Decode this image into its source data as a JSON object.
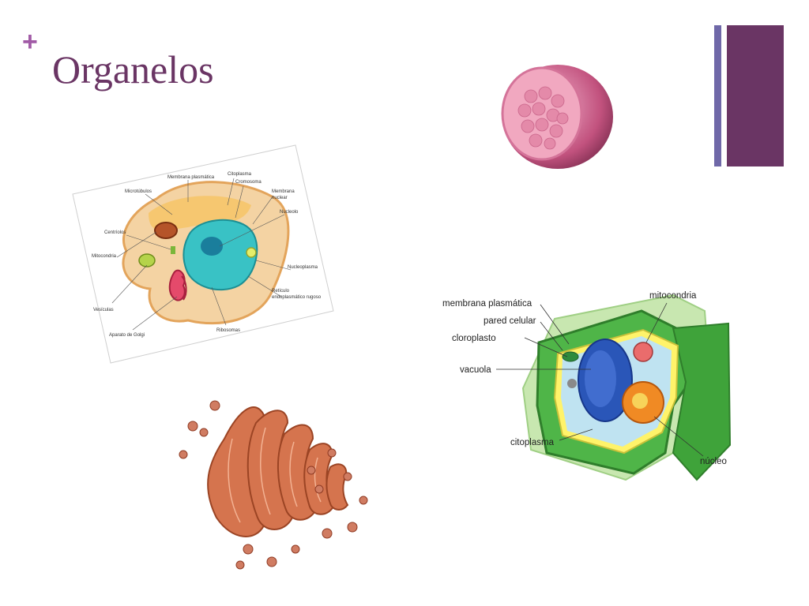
{
  "slide": {
    "plus_glyph": "+",
    "title": "Organelos",
    "accent_color": "#6a3564",
    "plus_color": "#a15aa6"
  },
  "animal_cell": {
    "labels": {
      "microtubulos": "Microtúbulos",
      "membrana_plasmatica": "Membrana plasmática",
      "citoplasma": "Citoplasma",
      "cromosoma": "Cromosoma",
      "membrana_nuclear_1": "Membrana",
      "membrana_nuclear_2": "nuclear",
      "nucleolo": "Nucleolo",
      "centriolos": "Centríolos",
      "mitocondria": "Mitocondria",
      "nucleoplasma": "Nucleoplasma",
      "reticulo_1": "Retículo",
      "reticulo_2": "endoplasmático rugoso",
      "vesiculas": "Vesículas",
      "golgi": "Aparato de Golgi",
      "ribosomas": "Ribosomas"
    }
  },
  "plant_cell": {
    "labels": {
      "membrana_plasmatica": "membrana plasmática",
      "pared_celular": "pared celular",
      "cloroplasto": "cloroplasto",
      "vacuola": "vacuola",
      "citoplasma": "citoplasma",
      "mitocondria": "mitocondria",
      "nucleo": "núcleo"
    }
  }
}
